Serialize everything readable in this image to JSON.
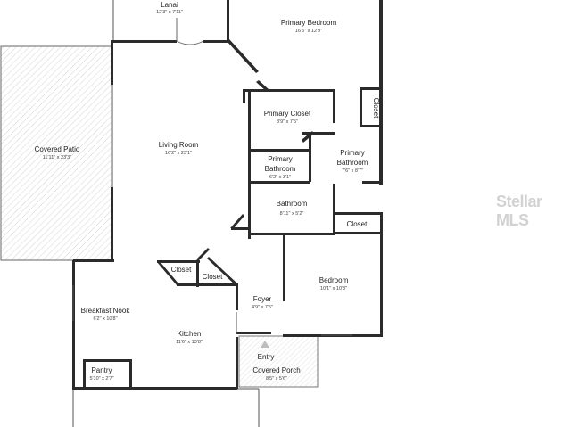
{
  "rooms": {
    "lanai": {
      "name": "Lanai",
      "dims": "12'3\" x 7'11\""
    },
    "primary_bedroom": {
      "name": "Primary Bedroom",
      "dims": "16'5\" x 12'9\""
    },
    "closet_right": {
      "name": "Closet"
    },
    "primary_closet": {
      "name": "Primary Closet",
      "dims": "8'9\" x 7'5\""
    },
    "covered_patio": {
      "name": "Covered Patio",
      "dims": "11'11\" x 23'3\""
    },
    "living_room": {
      "name": "Living Room",
      "dims": "16'2\" x 23'1\""
    },
    "primary_bathroom_small": {
      "line1": "Primary",
      "line2": "Bathroom",
      "dims": "6'2\" x 3'1\""
    },
    "primary_bathroom": {
      "line1": "Primary",
      "line2": "Bathroom",
      "dims": "7'6\" x 8'7\""
    },
    "bathroom": {
      "name": "Bathroom",
      "dims": "8'11\" x 5'2\""
    },
    "closet_hall": {
      "name": "Closet"
    },
    "closet_a": {
      "name": "Closet"
    },
    "closet_b": {
      "name": "Closet"
    },
    "bedroom": {
      "name": "Bedroom",
      "dims": "10'1\" x 10'8\""
    },
    "foyer": {
      "name": "Foyer",
      "dims": "4'9\" x 7'5\""
    },
    "breakfast_nook": {
      "name": "Breakfast Nook",
      "dims": "6'2\" x 10'8\""
    },
    "kitchen": {
      "name": "Kitchen",
      "dims": "11'6\" x 13'8\""
    },
    "entry": {
      "name": "Entry"
    },
    "covered_porch": {
      "name": "Covered Porch",
      "dims": "8'5\" x 5'6\""
    },
    "pantry": {
      "name": "Pantry",
      "dims": "5'10\" x 2'7\""
    }
  },
  "watermark": "Stellar MLS"
}
